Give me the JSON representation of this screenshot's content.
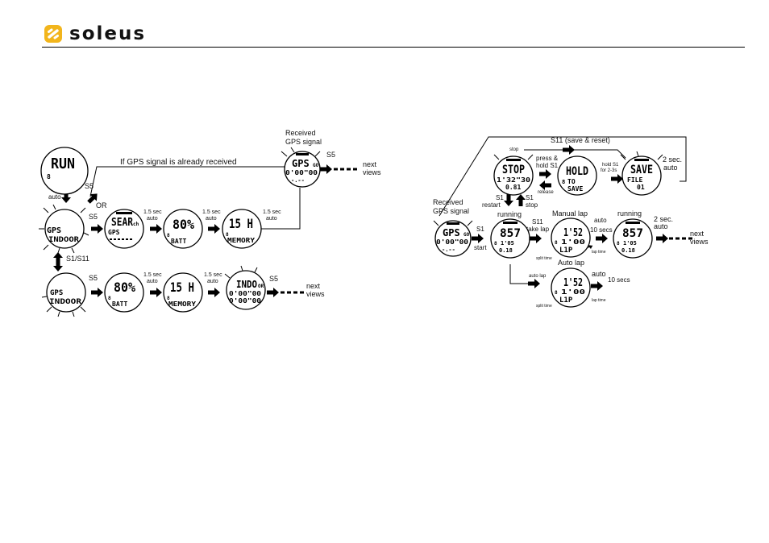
{
  "brand": {
    "name": "soleus"
  },
  "left": {
    "run_label": "RUN",
    "auto": "auto",
    "s5": "S5",
    "or": "OR",
    "gps_received_text": "If GPS signal is already received",
    "received_gps": [
      "Received",
      "GPS signal"
    ],
    "s1_s11": "S1/S11",
    "timing_15": [
      "1.5 sec",
      "auto"
    ],
    "next_views": [
      "next",
      "views"
    ],
    "w_gps": [
      "GPS",
      "INDOOR"
    ],
    "w_search": [
      "SEAR",
      "ch",
      "GPS"
    ],
    "w_batt1": [
      "80%",
      "BATT"
    ],
    "w_mem1": [
      "15 H",
      "MEMORY"
    ],
    "w_recv": [
      "GPS",
      "GO",
      "0'00\"00",
      "-.--"
    ],
    "w_gps2": [
      "GPS",
      "INDOOR"
    ],
    "w_batt2": [
      "80%",
      "BATT"
    ],
    "w_mem2": [
      "15 H",
      "MEMORY"
    ],
    "w_indo": [
      "INDO",
      "OR",
      "0'00\"00",
      "0'00\"00"
    ]
  },
  "right": {
    "s11_save": "S11 (save & reset)",
    "stop_small": "stop",
    "press_hold": [
      "press &",
      "hold S1"
    ],
    "hold_s1": [
      "hold S1",
      "for 2-3s"
    ],
    "release": "release",
    "two_sec": [
      "2 sec.",
      "auto"
    ],
    "s1_restart": [
      "S1",
      "restart"
    ],
    "s1_stop": [
      "S1",
      "stop"
    ],
    "received_gps": [
      "Received",
      "GPS signal"
    ],
    "s1_start": [
      "S1",
      "start"
    ],
    "running": "running",
    "s11_takelap": [
      "S11",
      "take lap"
    ],
    "manual_lap": "Manual lap",
    "auto_10": [
      "auto",
      "10 secs"
    ],
    "next_views": [
      "next",
      "views"
    ],
    "split_time": "split time",
    "lap_time": "lap time",
    "auto_lap_small": "auto lap",
    "auto_lap": "Auto lap",
    "w_stop": [
      "STOP",
      "1'32\"30",
      "0.81"
    ],
    "w_hold": [
      "HOLD",
      "TO",
      "SAVE"
    ],
    "w_save": [
      "SAVE",
      "FILE",
      "01"
    ],
    "w_recv": [
      "GPS",
      "GO",
      "0'00\"00",
      "-.--"
    ],
    "w_run1": [
      "857",
      "1'05",
      "0.18"
    ],
    "w_lap1": [
      "1'52",
      "1'00",
      "L1P"
    ],
    "w_run2": [
      "857",
      "1'05",
      "0.18"
    ],
    "w_lap2": [
      "1'52",
      "1'00",
      "L1P"
    ]
  }
}
